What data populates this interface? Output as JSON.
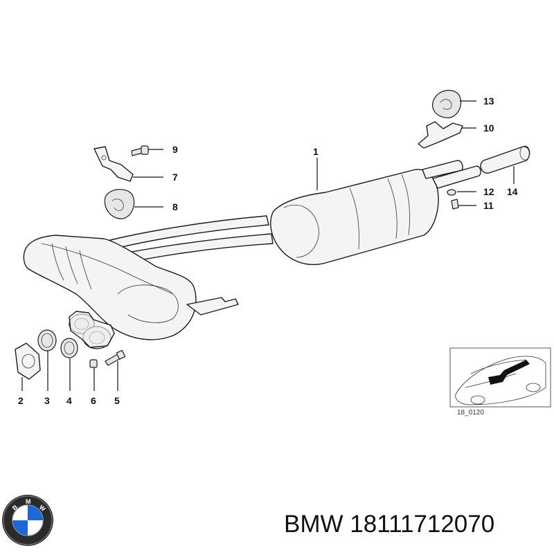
{
  "diagram": {
    "callouts": [
      "1",
      "2",
      "3",
      "4",
      "5",
      "6",
      "7",
      "8",
      "9",
      "10",
      "11",
      "12",
      "13",
      "14"
    ],
    "inset_ref": "18_0120"
  },
  "brand": {
    "logo_letters": "BMW",
    "name": "BMW",
    "part_number": "18111712070"
  }
}
